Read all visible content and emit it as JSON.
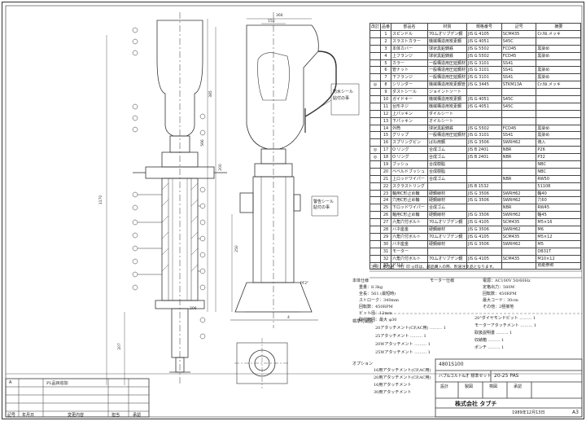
{
  "parts_header": {
    "mark": "改訂",
    "no": "品番",
    "name": "部品名",
    "material": "材質",
    "standard": "規格番号",
    "spec": "記号",
    "remark": "摘要"
  },
  "parts": [
    {
      "mark": "",
      "no": "1",
      "name": "スピンドル",
      "material": "70ムオリブデン鋼",
      "standard": "JIS G 4105",
      "spec": "SCM435",
      "remark": "Cr.Ni.メッキ"
    },
    {
      "mark": "",
      "no": "2",
      "name": "スラストカラー",
      "material": "機械構造用炭素鋼",
      "standard": "JIS G 4051",
      "spec": "S45C",
      "remark": ""
    },
    {
      "mark": "",
      "no": "3",
      "name": "本体カバー",
      "material": "球状黒鉛鋳鉄",
      "standard": "JIS G 5502",
      "spec": "FCD45",
      "remark": "黒染め"
    },
    {
      "mark": "",
      "no": "4",
      "name": "上フランジ",
      "material": "球状黒鉛鋳鉄",
      "standard": "JIS G 5502",
      "spec": "FCD45",
      "remark": "黒染め"
    },
    {
      "mark": "",
      "no": "5",
      "name": "カラー",
      "material": "一般構造用圧延鋼材",
      "standard": "JIS G 3101",
      "spec": "SS41",
      "remark": ""
    },
    {
      "mark": "",
      "no": "6",
      "name": "管ナット",
      "material": "一般構造用圧延鋼材",
      "standard": "JIS G 3101",
      "spec": "SS41",
      "remark": "黒染め"
    },
    {
      "mark": "",
      "no": "7",
      "name": "下フランジ",
      "material": "一般構造用圧延鋼材",
      "standard": "JIS G 3101",
      "spec": "SS41",
      "remark": "黒染め"
    },
    {
      "mark": "◎",
      "no": "8",
      "name": "シリンダー",
      "material": "機械構造用炭素鋼管",
      "standard": "JIS G 3445",
      "spec": "STKM13A",
      "remark": "Cr.Ni.メッキ"
    },
    {
      "mark": "",
      "no": "9",
      "name": "ダストシール",
      "material": "ジョイントソート",
      "standard": "",
      "spec": "",
      "remark": ""
    },
    {
      "mark": "",
      "no": "10",
      "name": "ガイドキー",
      "material": "機械構造用炭素鋼",
      "standard": "JIS G 4051",
      "spec": "S45C",
      "remark": ""
    },
    {
      "mark": "",
      "no": "11",
      "name": "台形ネジ",
      "material": "機械構造用炭素鋼",
      "standard": "JIS G 4051",
      "spec": "S45C",
      "remark": ""
    },
    {
      "mark": "",
      "no": "12",
      "name": "上パッキン",
      "material": "ダイルシート",
      "standard": "",
      "spec": "",
      "remark": ""
    },
    {
      "mark": "",
      "no": "13",
      "name": "下パッキン",
      "material": "オイルシート",
      "standard": "",
      "spec": "",
      "remark": ""
    },
    {
      "mark": "",
      "no": "14",
      "name": "外筒",
      "material": "球状黒鉛鋳鉄",
      "standard": "JIS G 5502",
      "spec": "FCD45",
      "remark": "黒染め"
    },
    {
      "mark": "",
      "no": "15",
      "name": "グリップ",
      "material": "一般構造用圧延鋼材",
      "standard": "JIS G 3101",
      "spec": "SS41",
      "remark": "黒染め"
    },
    {
      "mark": "",
      "no": "16",
      "name": "スプリングピン",
      "material": "ばね用鋼",
      "standard": "JIS G 3506",
      "spec": "SWRH62",
      "remark": "焼入"
    },
    {
      "mark": "◎",
      "no": "17",
      "name": "O リング",
      "material": "合成ゴム",
      "standard": "JIS B 2401",
      "spec": "NBR",
      "remark": "P26"
    },
    {
      "mark": "◎",
      "no": "18",
      "name": "O リング",
      "material": "合成ゴム",
      "standard": "JIS B 2401",
      "spec": "NBR",
      "remark": "P32"
    },
    {
      "mark": "",
      "no": "19",
      "name": "ブッシュ",
      "material": "合成樹脂",
      "standard": "",
      "spec": "",
      "remark": "NBC"
    },
    {
      "mark": "",
      "no": "20",
      "name": "ベベルドブッシュ",
      "material": "合成樹脂",
      "standard": "",
      "spec": "",
      "remark": "NBC"
    },
    {
      "mark": "",
      "no": "21",
      "name": "上ロッドワイパー",
      "material": "合成ゴム",
      "standard": "",
      "spec": "NBR",
      "remark": "RW50"
    },
    {
      "mark": "",
      "no": "22",
      "name": "スクラストリング",
      "material": "",
      "standard": "JIS B 1532",
      "spec": "",
      "remark": "51108"
    },
    {
      "mark": "",
      "no": "23",
      "name": "軸用C形止め輪",
      "material": "硬鋼線材",
      "standard": "JIS G 3506",
      "spec": "SWRH62",
      "remark": "軸40"
    },
    {
      "mark": "",
      "no": "24",
      "name": "穴用C形止め輪",
      "material": "硬鋼線材",
      "standard": "JIS G 3506",
      "spec": "SWRH62",
      "remark": "穴60"
    },
    {
      "mark": "",
      "no": "25",
      "name": "下ロッドワイパー",
      "material": "合成ゴム",
      "standard": "",
      "spec": "NBR",
      "remark": "RW45"
    },
    {
      "mark": "",
      "no": "26",
      "name": "軸用C形止め輪",
      "material": "硬鋼線材",
      "standard": "JIS G 3506",
      "spec": "SWRH62",
      "remark": "軸45"
    },
    {
      "mark": "",
      "no": "27",
      "name": "六角穴付ボルト",
      "material": "70ムオリブデン鋼",
      "standard": "JIS G 4105",
      "spec": "SCM435",
      "remark": "M5×16"
    },
    {
      "mark": "",
      "no": "28",
      "name": "バネ座金",
      "material": "硬鋼線材",
      "standard": "JIS G 3506",
      "spec": "SWRH62",
      "remark": "M6"
    },
    {
      "mark": "",
      "no": "29",
      "name": "六角穴付ボルト",
      "material": "70ムオリブデン鋼",
      "standard": "JIS G 4105",
      "spec": "SCM435",
      "remark": "M5×12"
    },
    {
      "mark": "",
      "no": "30",
      "name": "バネ座金",
      "material": "硬鋼線材",
      "standard": "JIS G 3506",
      "spec": "SWRH62",
      "remark": "M5"
    },
    {
      "mark": "",
      "no": "31",
      "name": "モーター",
      "material": "",
      "standard": "",
      "spec": "",
      "remark": "DB31T"
    },
    {
      "mark": "",
      "no": "32",
      "name": "六角穴付ボルト",
      "material": "70ムオリブデン鋼",
      "standard": "JIS G 4105",
      "spec": "SCM435",
      "remark": "M10×12"
    },
    {
      "mark": "◎",
      "no": "33",
      "name": "ドリル",
      "material": "",
      "standard": "",
      "spec": "",
      "remark": "別紙参照"
    }
  ],
  "note": "注記：部品名「特」印 ◎印は、部品購入の際、別途注文品となります。",
  "spec_left": {
    "title": "本体仕様",
    "rows": [
      {
        "label": "重量：",
        "value": "8.3kg"
      },
      {
        "label": "全長：",
        "value": "561 (最短時)"
      },
      {
        "label": "ストローク：",
        "value": "340mm"
      },
      {
        "label": "回転数：",
        "value": "450RPM"
      },
      {
        "label": "ビット径：",
        "value": "12mm"
      },
      {
        "label": "取付範囲：",
        "value": "最大 φ30"
      }
    ]
  },
  "spec_right": {
    "title": "モーター仕様",
    "rows": [
      {
        "label": "電源：",
        "value": "AC100V 50/60Hz"
      },
      {
        "label": "定格出力：",
        "value": "580W"
      },
      {
        "label": "回転数：",
        "value": "450RPM"
      },
      {
        "label": "最大コード：",
        "value": "30cm"
      },
      {
        "label": "その他：",
        "value": "2極接地"
      }
    ]
  },
  "accessories": {
    "title": "標準付属品",
    "items": [
      "20アタッチメント(CP,AC用)",
      "25アタッチメント",
      "20Wアタッチメント",
      "25Wアタッチメント"
    ],
    "qty": "1"
  },
  "accessories_right": {
    "items": [
      "20°ダイヤモンドビット",
      "モーターアタッチメント",
      "取扱説明書",
      "収納箱",
      "ポンチ"
    ],
    "qty": "1"
  },
  "options": {
    "title": "オプション",
    "items": [
      "16用アタッチメント(CP,AC用)",
      "20用アタッチメント(CP,AC用)",
      "16用アタッチメント",
      "30用アタッチメント"
    ]
  },
  "callouts": [
    "防水シール\n貼付の事",
    "警告シール\n貼付の事"
  ],
  "dims": [
    "366",
    "150",
    "PF2\"",
    "206",
    "4",
    "200",
    "385",
    "250",
    "566",
    "207",
    "1170"
  ],
  "title_block": {
    "drawing_no": "4801S100",
    "model": "20-25 PAS",
    "title": "ハブ&コルト&オ 標準セット",
    "company": "株式会社 タブチ",
    "scale": "",
    "date": "1989年12月13日",
    "size": "A3",
    "revision_label": "改訂",
    "revision_text": "PL品目追加",
    "revision_mark": "A",
    "col_labels": [
      "記号",
      "年月日",
      "変更内容",
      "担当",
      "承認"
    ],
    "stamps": [
      "設計",
      "製図",
      "検図",
      "承認"
    ]
  }
}
